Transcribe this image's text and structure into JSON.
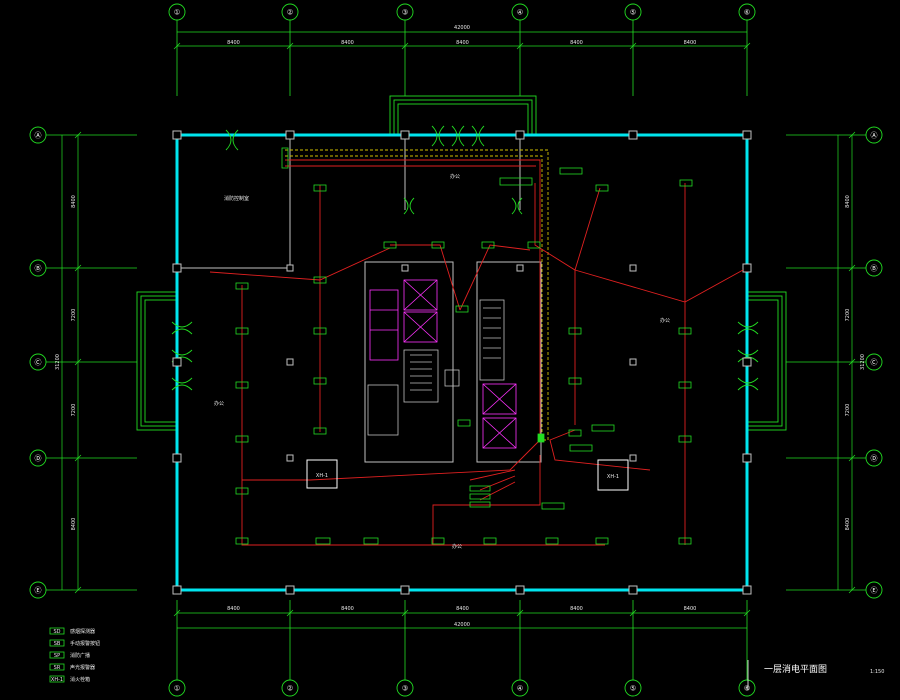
{
  "axes_top": [
    "①",
    "②",
    "③",
    "④",
    "⑤",
    "⑥"
  ],
  "axes_bottom": [
    "①",
    "②",
    "③",
    "④",
    "⑤",
    "⑥"
  ],
  "axes_left": [
    "Ⓐ",
    "Ⓑ",
    "Ⓒ",
    "Ⓓ",
    "Ⓔ"
  ],
  "axes_right": [
    "Ⓐ",
    "Ⓑ",
    "Ⓒ",
    "Ⓓ",
    "Ⓔ"
  ],
  "dims_top": [
    "8400",
    "8400",
    "8400",
    "8400",
    "8400"
  ],
  "dims_top_total": "42000",
  "dims_bottom": [
    "8400",
    "8400",
    "8400",
    "8400",
    "8400"
  ],
  "dims_bottom_total": "42000",
  "dims_left": [
    "8400",
    "7200",
    "7200",
    "8400"
  ],
  "dims_left_total": "31200",
  "dims_right": [
    "8400",
    "7200",
    "7200",
    "8400"
  ],
  "dims_right_total": "31200",
  "room_labels": {
    "fire_control_room": "消防控制室",
    "office_top": "办公",
    "office_left": "办公",
    "office_right": "办公",
    "office_bottom": "办公",
    "cabinet_left": "XH-1",
    "cabinet_right": "XH-1"
  },
  "legend": [
    {
      "sym": "SD",
      "text": "感烟探测器"
    },
    {
      "sym": "SB",
      "text": "手动报警按钮"
    },
    {
      "sym": "SP",
      "text": "消防广播"
    },
    {
      "sym": "SR",
      "text": "声光报警器"
    },
    {
      "sym": "XH-1",
      "text": "消火栓箱"
    }
  ],
  "drawing_title": "一层消电平面图",
  "scale": "1:150"
}
